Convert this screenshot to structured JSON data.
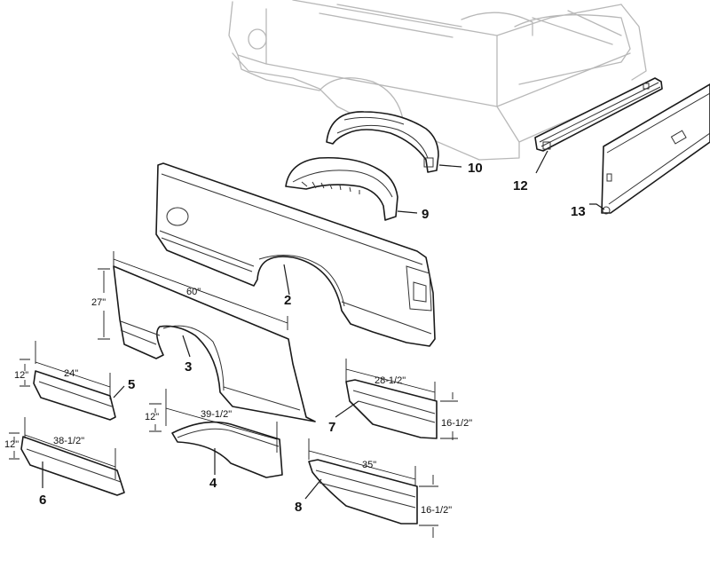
{
  "diagram": {
    "callouts": {
      "p2": "2",
      "p3": "3",
      "p4": "4",
      "p5": "5",
      "p6": "6",
      "p7": "7",
      "p8": "8",
      "p9": "9",
      "p10": "10",
      "p12": "12",
      "p13": "13"
    },
    "dimensions": {
      "p3_height": "27\"",
      "p3_length": "60\"",
      "p5_height": "12\"",
      "p5_length": "24\"",
      "p6_height": "12\"",
      "p6_length": "38-1/2\"",
      "p4_height": "12\"",
      "p4_length": "39-1/2\"",
      "p7_length": "28-1/2\"",
      "p7_height": "16-1/2\"",
      "p8_length": "35\"",
      "p8_height": "16-1/2\""
    }
  }
}
